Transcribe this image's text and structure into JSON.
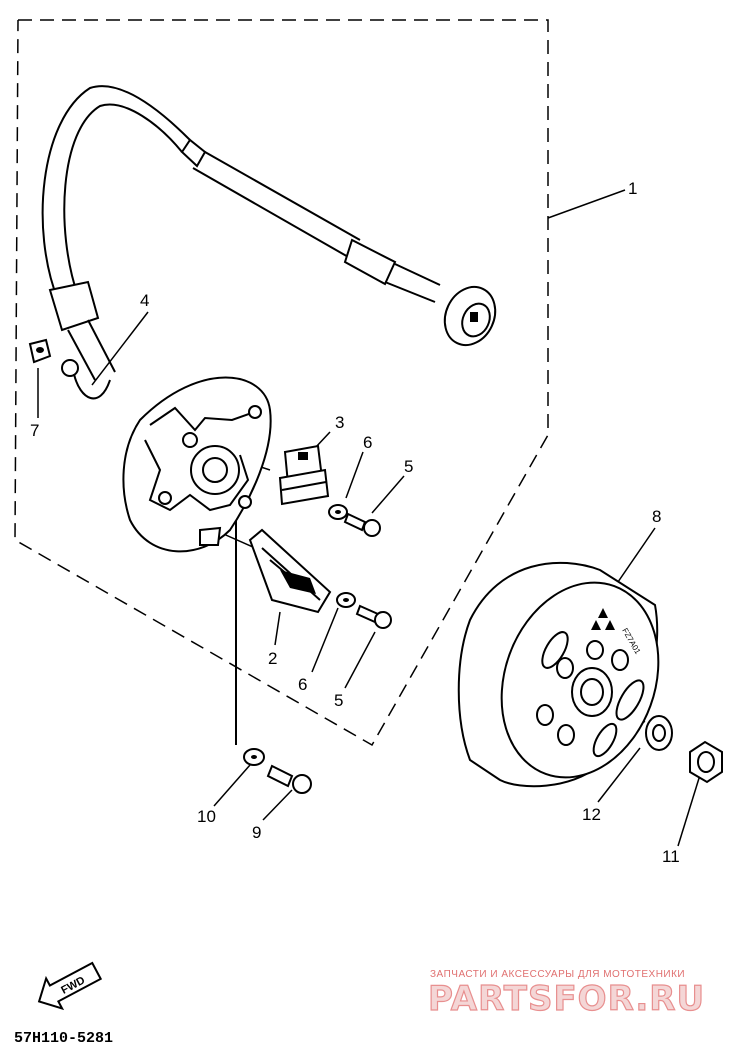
{
  "diagram": {
    "callouts": [
      {
        "id": "c1",
        "label": "1"
      },
      {
        "id": "c2",
        "label": "2"
      },
      {
        "id": "c3",
        "label": "3"
      },
      {
        "id": "c4",
        "label": "4"
      },
      {
        "id": "c5a",
        "label": "5"
      },
      {
        "id": "c5b",
        "label": "5"
      },
      {
        "id": "c6a",
        "label": "6"
      },
      {
        "id": "c6b",
        "label": "6"
      },
      {
        "id": "c7",
        "label": "7"
      },
      {
        "id": "c8",
        "label": "8"
      },
      {
        "id": "c9",
        "label": "9"
      },
      {
        "id": "c10",
        "label": "10"
      },
      {
        "id": "c11",
        "label": "11"
      },
      {
        "id": "c12",
        "label": "12"
      }
    ],
    "rotor_marking": "FZ7A01",
    "direction_label": "FWD",
    "drawing_code": "57H110-5281"
  },
  "watermark": {
    "tagline": "ЗАПЧАСТИ И АКСЕССУАРЫ ДЛЯ МОТОТЕХНИКИ",
    "brand": "PARTSFOR.RU"
  }
}
